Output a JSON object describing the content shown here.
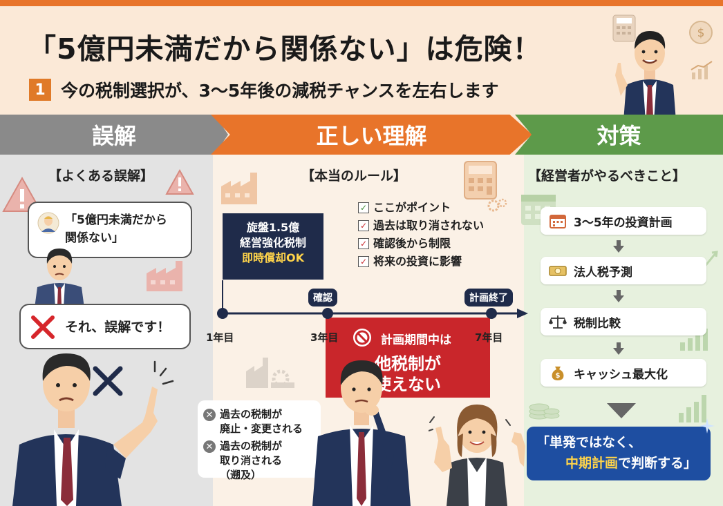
{
  "header": {
    "title": "「5億円未満だから関係ない」は危険！",
    "badge": "1",
    "subtitle": "今の税制選択が、3〜5年後の減税チャンスを左右します"
  },
  "banners": [
    "誤解",
    "正しい理解",
    "対策"
  ],
  "misconception": {
    "heading": "【よくある誤解】",
    "quote_line1": "「5億円未満だから",
    "quote_line2": "関係ない」",
    "correction": "それ、誤解です！"
  },
  "rule": {
    "heading": "【本当のルール】",
    "box_line1": "旋盤1.5億",
    "box_line2": "経営強化税制",
    "box_line3": "即時償却OK",
    "checklist": [
      "ここがポイント",
      "過去は取り消されない",
      "確認後から制限",
      "将来の投資に影響"
    ],
    "timeline": {
      "year1": "1年目",
      "year3": "3年目",
      "year7": "7年目",
      "confirm": "確認",
      "plan_end": "計画終了"
    },
    "red_title": "計画期間中は",
    "red_line1": "他税制が",
    "red_line2": "使えない",
    "wrong_items": [
      {
        "line1": "過去の税制が",
        "line2": "廃止・変更される",
        "line3": ""
      },
      {
        "line1": "過去の税制が",
        "line2": "取り消される",
        "line3": "（遡及）"
      }
    ]
  },
  "measures": {
    "heading": "【経営者がやるべきこと】",
    "steps": [
      "3〜5年の投資計画",
      "法人税予測",
      "税制比較",
      "キャッシュ最大化"
    ],
    "conclusion_line1": "「単発ではなく、",
    "conclusion_highlight": "中期計画",
    "conclusion_rest": "で判断する」"
  },
  "colors": {
    "orange": "#e8742a",
    "gray": "#8a8a8a",
    "green": "#5d9a4a",
    "navy": "#1f2b4a",
    "red": "#c9262b",
    "blue": "#1e4ea1",
    "yellow": "#ffd44a"
  }
}
